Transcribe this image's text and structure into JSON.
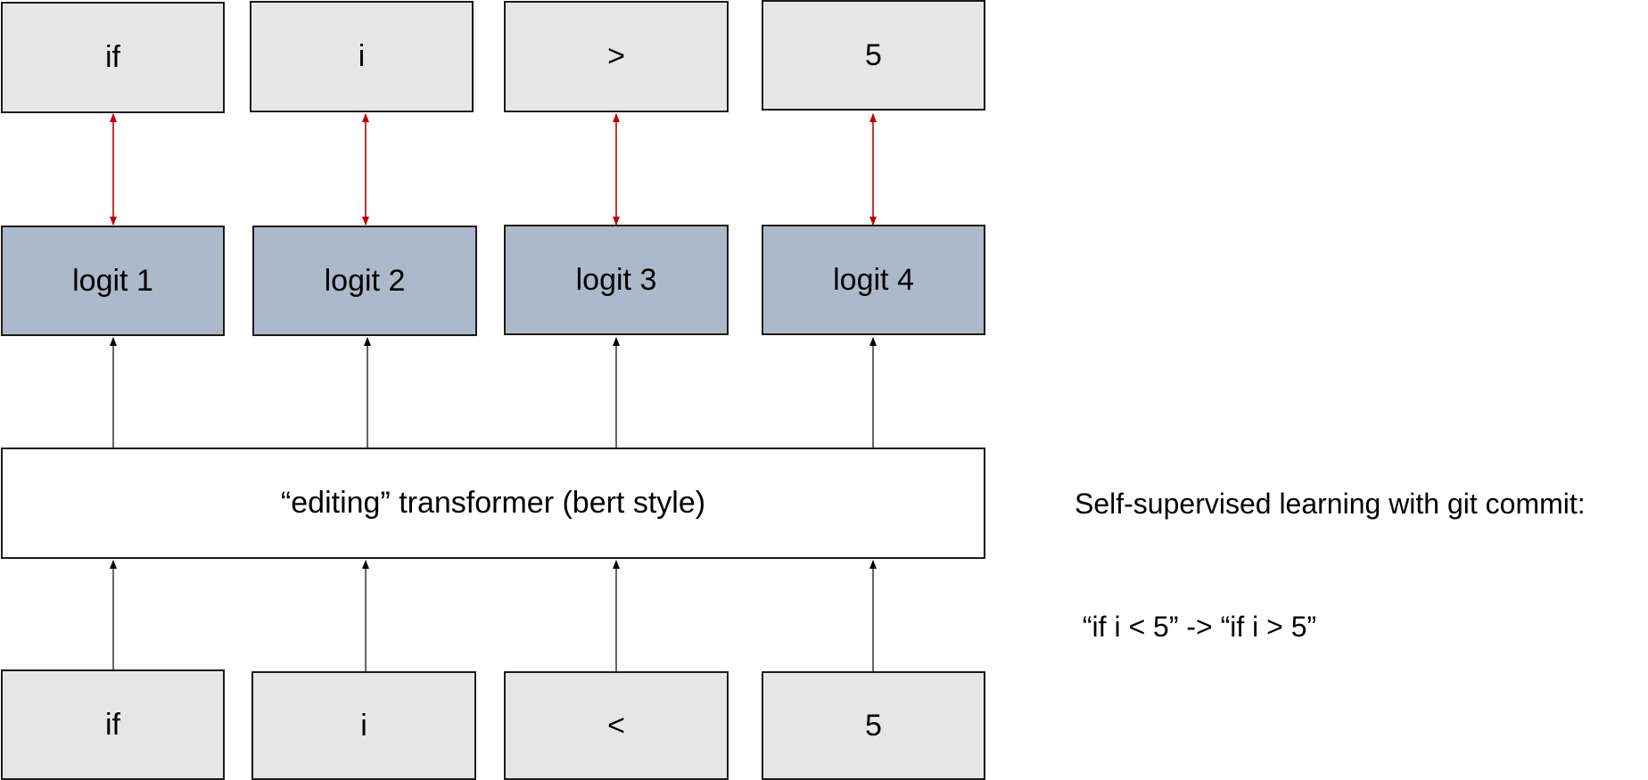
{
  "targets": [
    "if",
    "i",
    ">",
    "5"
  ],
  "logits": [
    "logit 1",
    "logit 2",
    "logit 3",
    "logit 4"
  ],
  "transformer_label": "“editing” transformer (bert style)",
  "inputs": [
    "if",
    "i",
    "<",
    "5"
  ],
  "caption": {
    "line1": "Self-supervised learning with git commit:",
    "line2": " “if i < 5” -> “if i > 5”"
  },
  "colors": {
    "target_fill": "#e6e6e6",
    "logit_fill": "#adb9ca",
    "input_fill": "#e6e6e6",
    "compare_arrow": "#c00000",
    "flow_arrow": "#000000"
  }
}
